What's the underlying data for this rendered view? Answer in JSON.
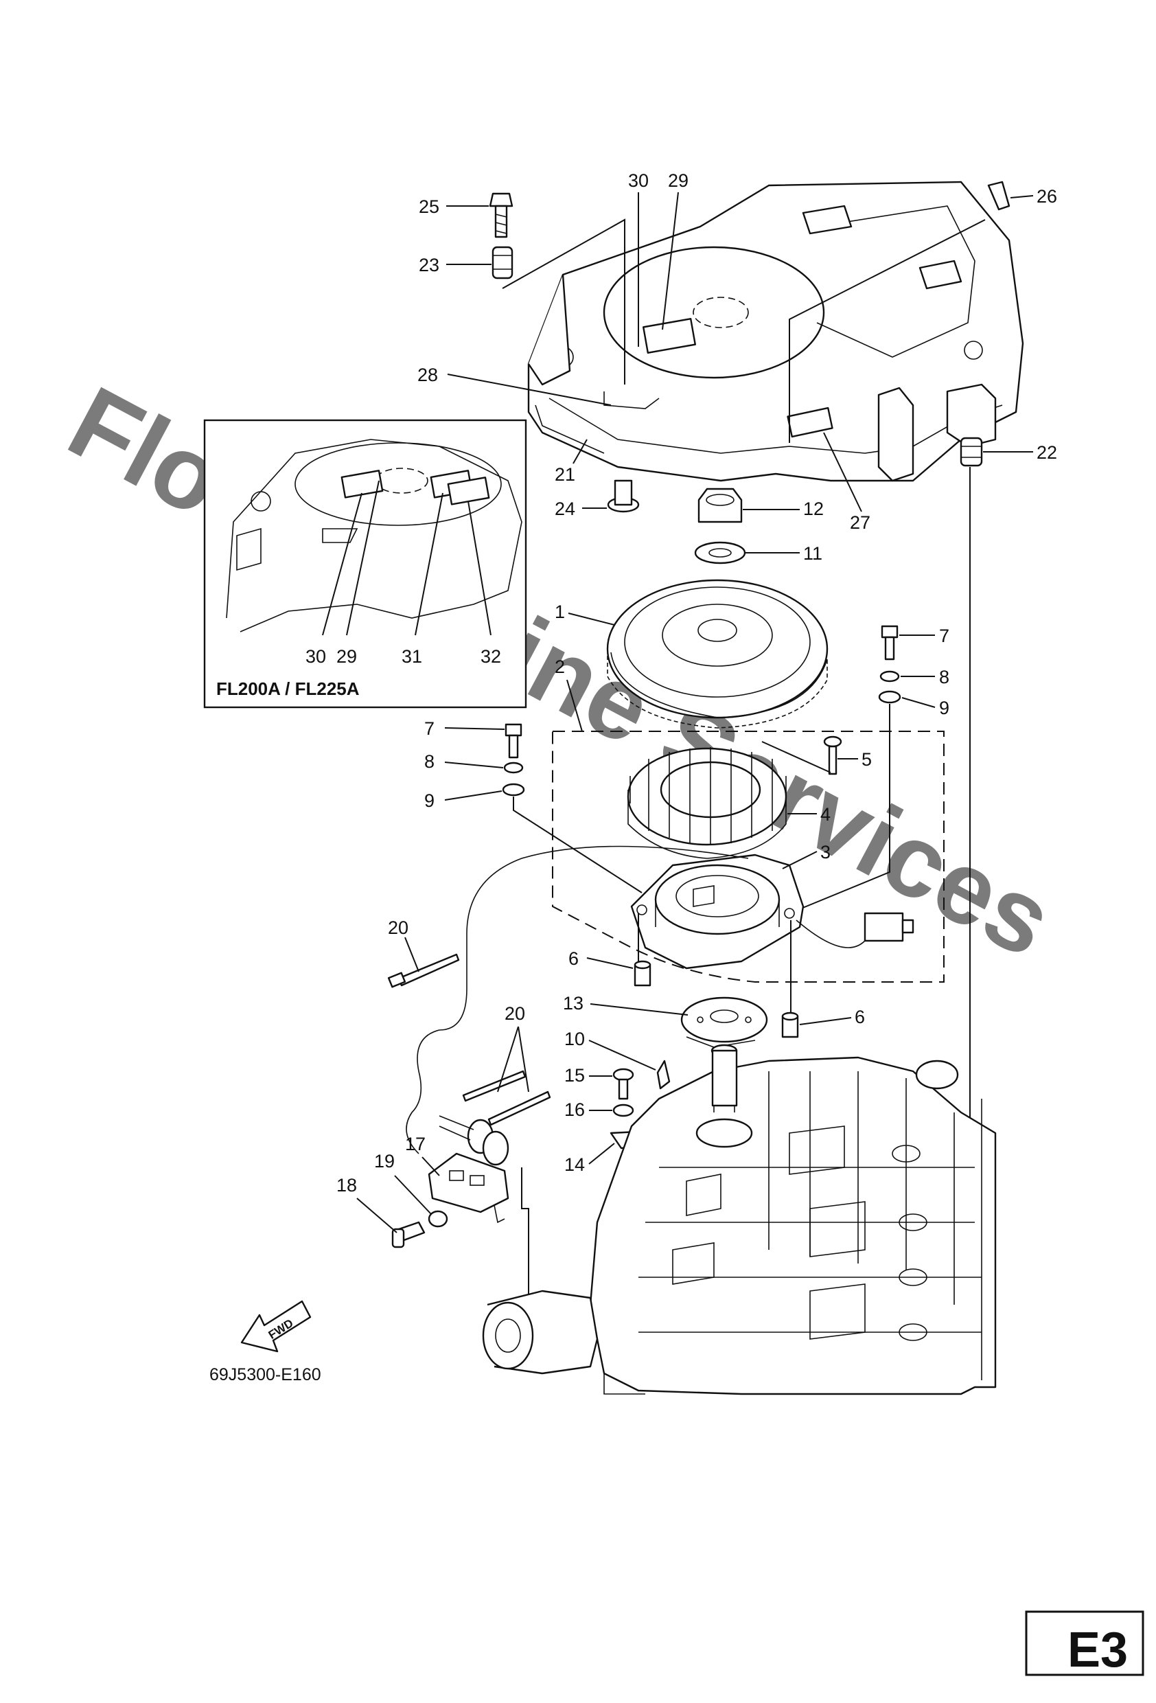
{
  "watermark": "Flood Marine Services",
  "inset": {
    "label": "FL200A / FL225A",
    "callouts": [
      "30",
      "29",
      "31",
      "32"
    ]
  },
  "figure_code": "69J5300-E160",
  "fwd_label": "FWD",
  "section_tag": "E3",
  "callouts": {
    "c25": "25",
    "c23": "23",
    "c30": "30",
    "c29": "29",
    "c26": "26",
    "c28": "28",
    "c22": "22",
    "c21": "21",
    "c27": "27",
    "c24": "24",
    "c12": "12",
    "c11": "11",
    "c1": "1",
    "c2": "2",
    "c7a": "7",
    "c8a": "8",
    "c9a": "9",
    "c7b": "7",
    "c8b": "8",
    "c9b": "9",
    "c5": "5",
    "c4": "4",
    "c3": "3",
    "c20a": "20",
    "c20b": "20",
    "c6a": "6",
    "c6b": "6",
    "c13": "13",
    "c10": "10",
    "c15": "15",
    "c16": "16",
    "c14": "14",
    "c17": "17",
    "c19": "19",
    "c18": "18"
  },
  "colors": {
    "line": "#111111",
    "watermark": "#d9d9d9",
    "background": "#ffffff"
  }
}
